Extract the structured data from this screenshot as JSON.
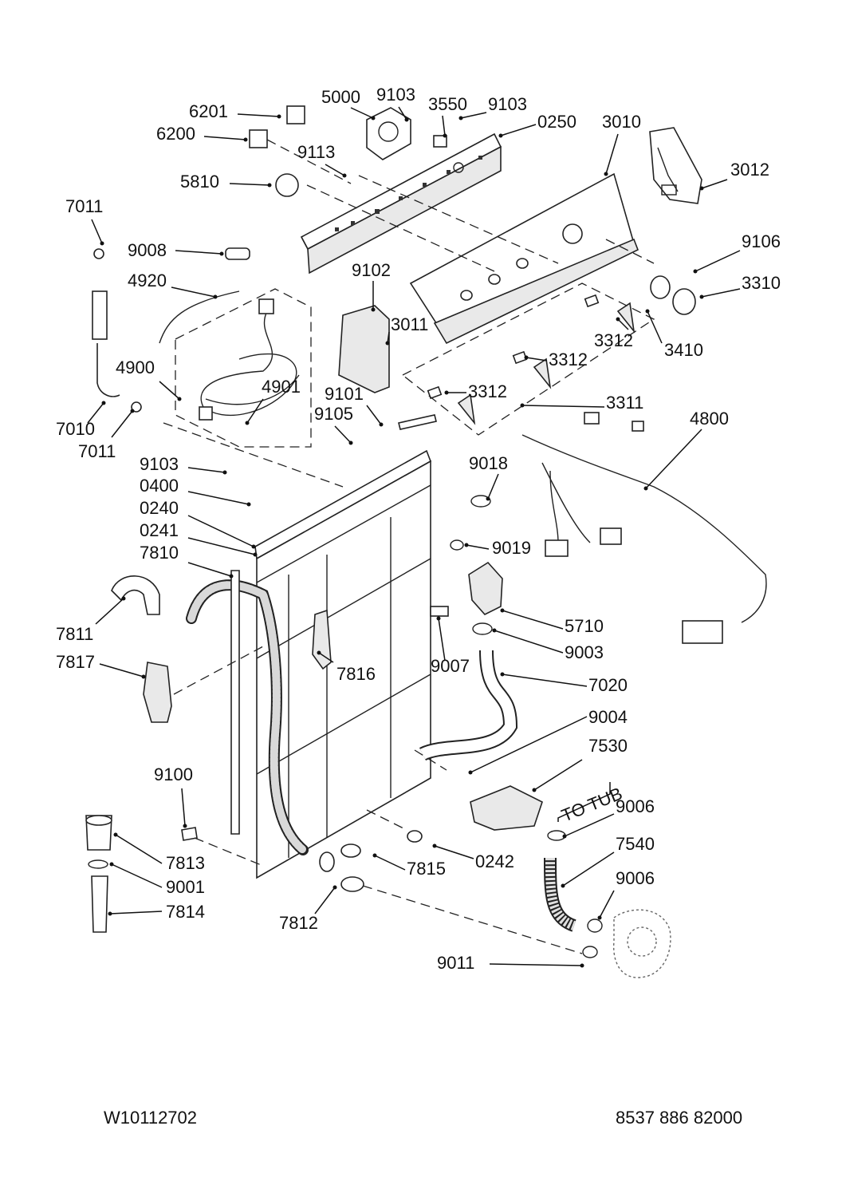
{
  "diagram": {
    "footer_left": "W10112702",
    "footer_right": "8537 886 82000",
    "annotation_to_tub": "TO TUB",
    "callouts": [
      "6201",
      "6200",
      "5000",
      "9103",
      "3550",
      "9103",
      "0250",
      "3010",
      "3012",
      "9113",
      "5810",
      "7011",
      "9008",
      "4920",
      "9102",
      "9106",
      "3310",
      "3011",
      "3312",
      "3410",
      "3312",
      "4900",
      "4901",
      "9101",
      "9105",
      "3312",
      "3311",
      "4800",
      "7010",
      "7011",
      "9103",
      "9018",
      "0400",
      "0240",
      "0241",
      "9019",
      "7810",
      "5710",
      "7811",
      "9003",
      "7817",
      "9007",
      "7816",
      "7020",
      "9004",
      "7530",
      "9100",
      "9006",
      "7540",
      "7813",
      "7815",
      "0242",
      "9001",
      "9006",
      "7814",
      "7812",
      "9011"
    ]
  }
}
